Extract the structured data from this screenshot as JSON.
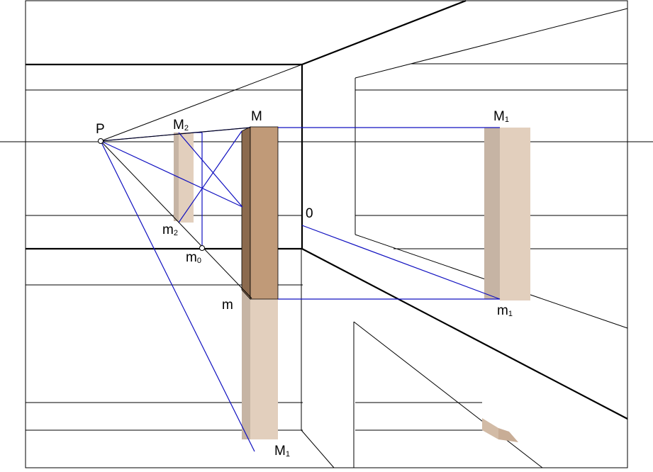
{
  "labels": {
    "P": "P",
    "M": "M",
    "M2": "M",
    "M2_sub": "2",
    "M1_right": "M",
    "M1_right_sub": "1",
    "M1_bottom": "M",
    "M1_bottom_sub": "1",
    "m": "m",
    "m2": "m",
    "m2_sub": "2",
    "m0": "m",
    "m0_sub": "0",
    "m1": "m",
    "m1_sub": "1",
    "zero": "0"
  },
  "colors": {
    "construction_line": "#1010c0",
    "edge_line": "#000000",
    "prism_front": "#c09a78",
    "prism_side": "#8b6a4e",
    "reflection_dark": "#c6b4a4",
    "reflection_light": "#e2cfbd",
    "background": "#ffffff"
  }
}
